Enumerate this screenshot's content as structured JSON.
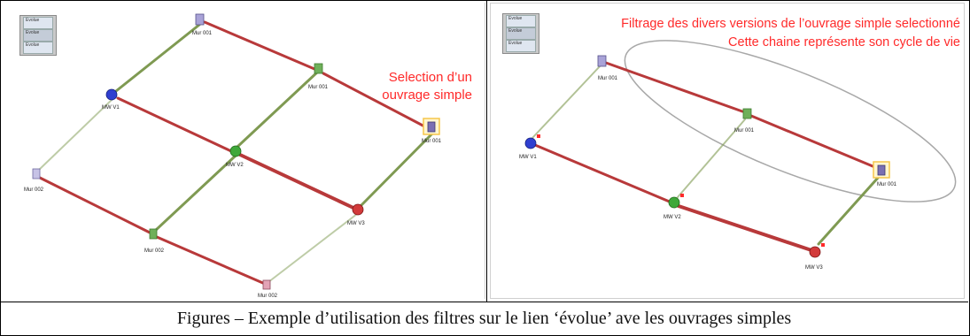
{
  "left_panel": {
    "note_line1": "Selection d’un",
    "note_line2": "ouvrage simple",
    "palette_label": "Evolue",
    "nodes": {
      "mur001_top": "Mur 001",
      "mur001_mid": "Mur 001",
      "mur001_sel": "Mur 001",
      "mw_v1": "MW V1",
      "mw_v2": "MW V2",
      "mw_v3": "MW V3",
      "mur002_left": "Mur 002",
      "mur002_mid": "Mur 002",
      "mur002_bot": "Mur 002"
    }
  },
  "right_panel": {
    "title_line1": "Filtrage des divers versions de l’ouvrage simple selectionné",
    "title_line2": "Cette chaine représente son cycle de vie",
    "palette_label": "Evolue",
    "nodes": {
      "mur001_top": "Mur 001",
      "mur001_mid": "Mur 001",
      "mur001_sel": "Mur 001",
      "mw_v1": "MW V1",
      "mw_v2": "MW V2",
      "mw_v3": "MW V3"
    }
  },
  "caption": "Figures – Exemple d’utilisation des  filtres sur le lien ‘évolue’ ave les ouvrages simples",
  "colors": {
    "red_link": "#b8393a",
    "green_link": "#7f9a52",
    "highlight": "#ff2a2a",
    "selection_box": "#f5c64a"
  }
}
